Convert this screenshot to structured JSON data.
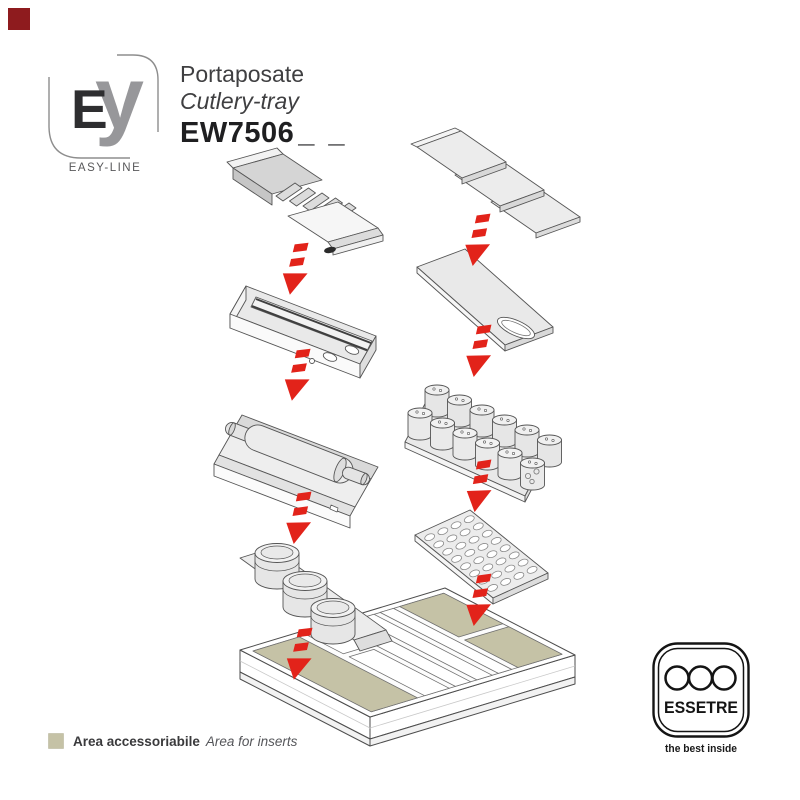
{
  "header": {
    "brand_letter_dark": "E",
    "brand_letter_light": "y",
    "brand_line": "EASY-LINE",
    "product_name_it": "Portaposate",
    "product_name_en": "Cutlery-tray",
    "product_code": "EW7506",
    "product_code_suffix": "_ _"
  },
  "legend": {
    "label_it": "Area accessoriabile",
    "label_en": "Area for inserts"
  },
  "footer_brand": {
    "name": "ESSETRE",
    "tagline": "the best inside"
  },
  "colors": {
    "accent_red": "#e2231a",
    "corner_square": "#8e1b1e",
    "insert_area_beige": "#c5c2a6",
    "outline_gray": "#4d4d4d"
  },
  "diagram": {
    "arrow_count": 8,
    "components": [
      "knife-holder-insert",
      "channel-rail-insert",
      "rolling-pin-holder",
      "round-containers-rail",
      "step-divider-panels",
      "cutting-board",
      "spice-jar-set",
      "perforated-grid-insert",
      "cutlery-tray-base"
    ]
  }
}
